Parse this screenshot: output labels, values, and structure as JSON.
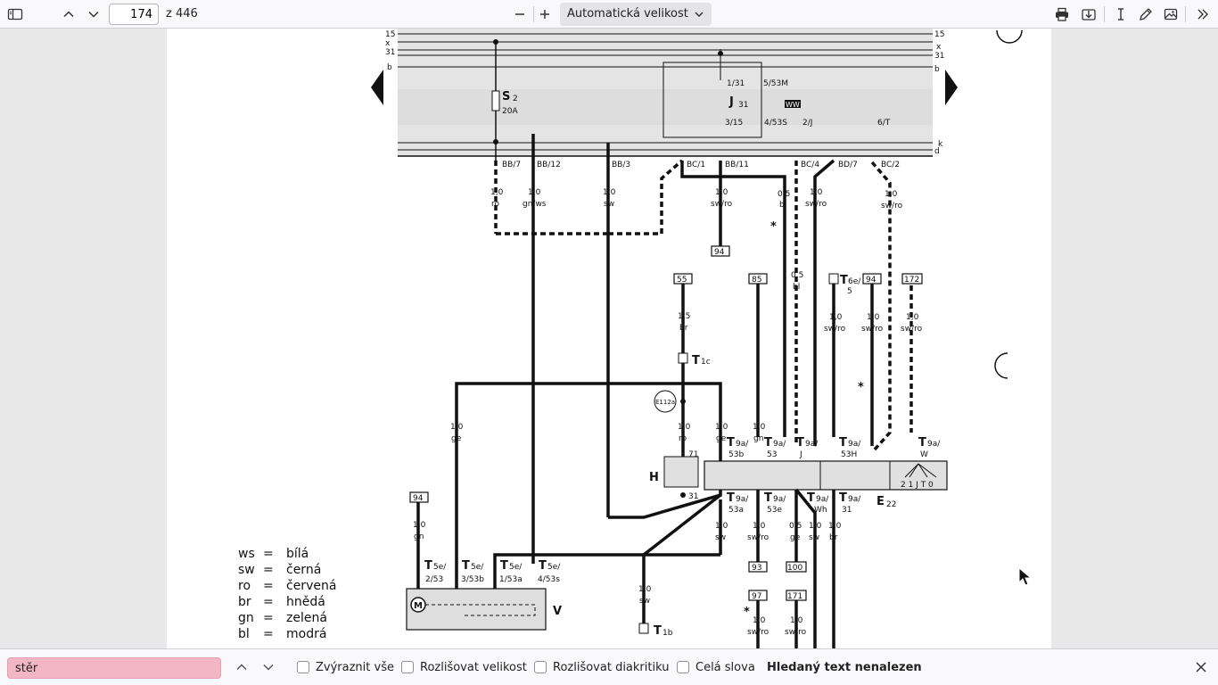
{
  "toolbar": {
    "page_number": "174",
    "page_count": "z 446",
    "zoom_label": "Automatická velikost"
  },
  "diagram": {
    "bus_labels_left": [
      "15",
      "x",
      "31",
      "b"
    ],
    "bus_labels_right": [
      "15",
      "x",
      "31",
      "b",
      "k",
      "d"
    ],
    "fuse_label": "S",
    "fuse_sub": "2",
    "fuse_rating": "20A",
    "relay_label": "J",
    "relay_sub": "31",
    "relay_pins": [
      "1/31",
      "5/53M",
      "3/15",
      "4/53S",
      "2/J",
      "6/T"
    ],
    "relay_badge": "WW",
    "connectors_top": [
      "BB/7",
      "BB/12",
      "BB/3",
      "BC/1",
      "BB/11",
      "BC/4",
      "BD/7",
      "BC/2"
    ],
    "wire_labels_top": [
      {
        "size": "1,0",
        "color": "ro"
      },
      {
        "size": "1,0",
        "color": "gn/ws"
      },
      {
        "size": "1,0",
        "color": "sw"
      },
      {
        "size": "1,0",
        "color": "sw/ro"
      },
      {
        "size": "0,5",
        "color": "bl"
      },
      {
        "size": "1,0",
        "color": "sw/ro"
      },
      {
        "size": "1,0",
        "color": "sw/ro"
      }
    ],
    "refs": [
      "94",
      "55",
      "85",
      "94",
      "172",
      "94",
      "93",
      "100",
      "97",
      "171"
    ],
    "mid_wires": [
      {
        "size": "1,5",
        "color": "br"
      },
      {
        "size": "0,5",
        "color": "bl"
      },
      {
        "size": "1,0",
        "color": "sw/ro"
      },
      {
        "size": "1,0",
        "color": "sw/ro"
      },
      {
        "size": "1,0",
        "color": "sw/ro"
      }
    ],
    "t1c": "T",
    "t1c_sub": "1c",
    "t6e": "T",
    "t6e_sub": "6e/",
    "t6e_pin": "5",
    "e112a": "E112a",
    "h_label": "H",
    "h_pins": [
      "71",
      "31"
    ],
    "e22_label": "E",
    "e22_sub": "22",
    "switch_positions": "2 1 J T 0",
    "t9a_top": [
      "53b",
      "53",
      "J",
      "53H",
      "W"
    ],
    "t9a_bottom": [
      "53a",
      "53e",
      "Wh",
      "31"
    ],
    "t9a": "T",
    "t9a_sub": "9a/",
    "wires_near_e22_top": [
      {
        "size": "1,0",
        "color": "ge"
      },
      {
        "size": "1,0",
        "color": "gn"
      },
      {
        "size": "1,0",
        "color": "ro"
      }
    ],
    "wires_bottom": [
      {
        "size": "1,0",
        "color": "sw"
      },
      {
        "size": "1,0",
        "color": "sw/ro"
      },
      {
        "size": "0,5",
        "color": "ge"
      },
      {
        "size": "1,0",
        "color": "sw"
      },
      {
        "size": "1,0",
        "color": "br"
      },
      {
        "size": "1,0",
        "color": "sw"
      },
      {
        "size": "1,0",
        "color": "sw/ro"
      },
      {
        "size": "1,0",
        "color": "sw/ro"
      }
    ],
    "left_wires": [
      {
        "size": "1,0",
        "color": "ge"
      },
      {
        "size": "1,0",
        "color": "gn"
      }
    ],
    "t5e": "T",
    "t5e_sub": "5e/",
    "t5e_pins": [
      "2/53",
      "3/53b",
      "1/53a",
      "4/53s"
    ],
    "t1b": "T",
    "t1b_sub": "1b",
    "motor_label": "V",
    "motor_symbol": "M",
    "asterisk": "*"
  },
  "legend": [
    {
      "code": "ws",
      "eq": "=",
      "name": "bílá"
    },
    {
      "code": "sw",
      "eq": "=",
      "name": "černá"
    },
    {
      "code": "ro",
      "eq": "=",
      "name": "červená"
    },
    {
      "code": "br",
      "eq": "=",
      "name": "hnědá"
    },
    {
      "code": "gn",
      "eq": "=",
      "name": "zelená"
    },
    {
      "code": "bl",
      "eq": "=",
      "name": "modrá"
    }
  ],
  "findbar": {
    "query": "stěr",
    "highlight_all": "Zvýraznit vše",
    "match_case": "Rozlišovat velikost",
    "match_diacritics": "Rozlišovat diakritiku",
    "whole_words": "Celá slova",
    "status": "Hledaný text nenalezen"
  },
  "colors": {
    "find_not_found_bg": "#f3b6c4",
    "toolbar_bg": "#f9f9fb",
    "viewer_bg": "#e8e8e8"
  }
}
